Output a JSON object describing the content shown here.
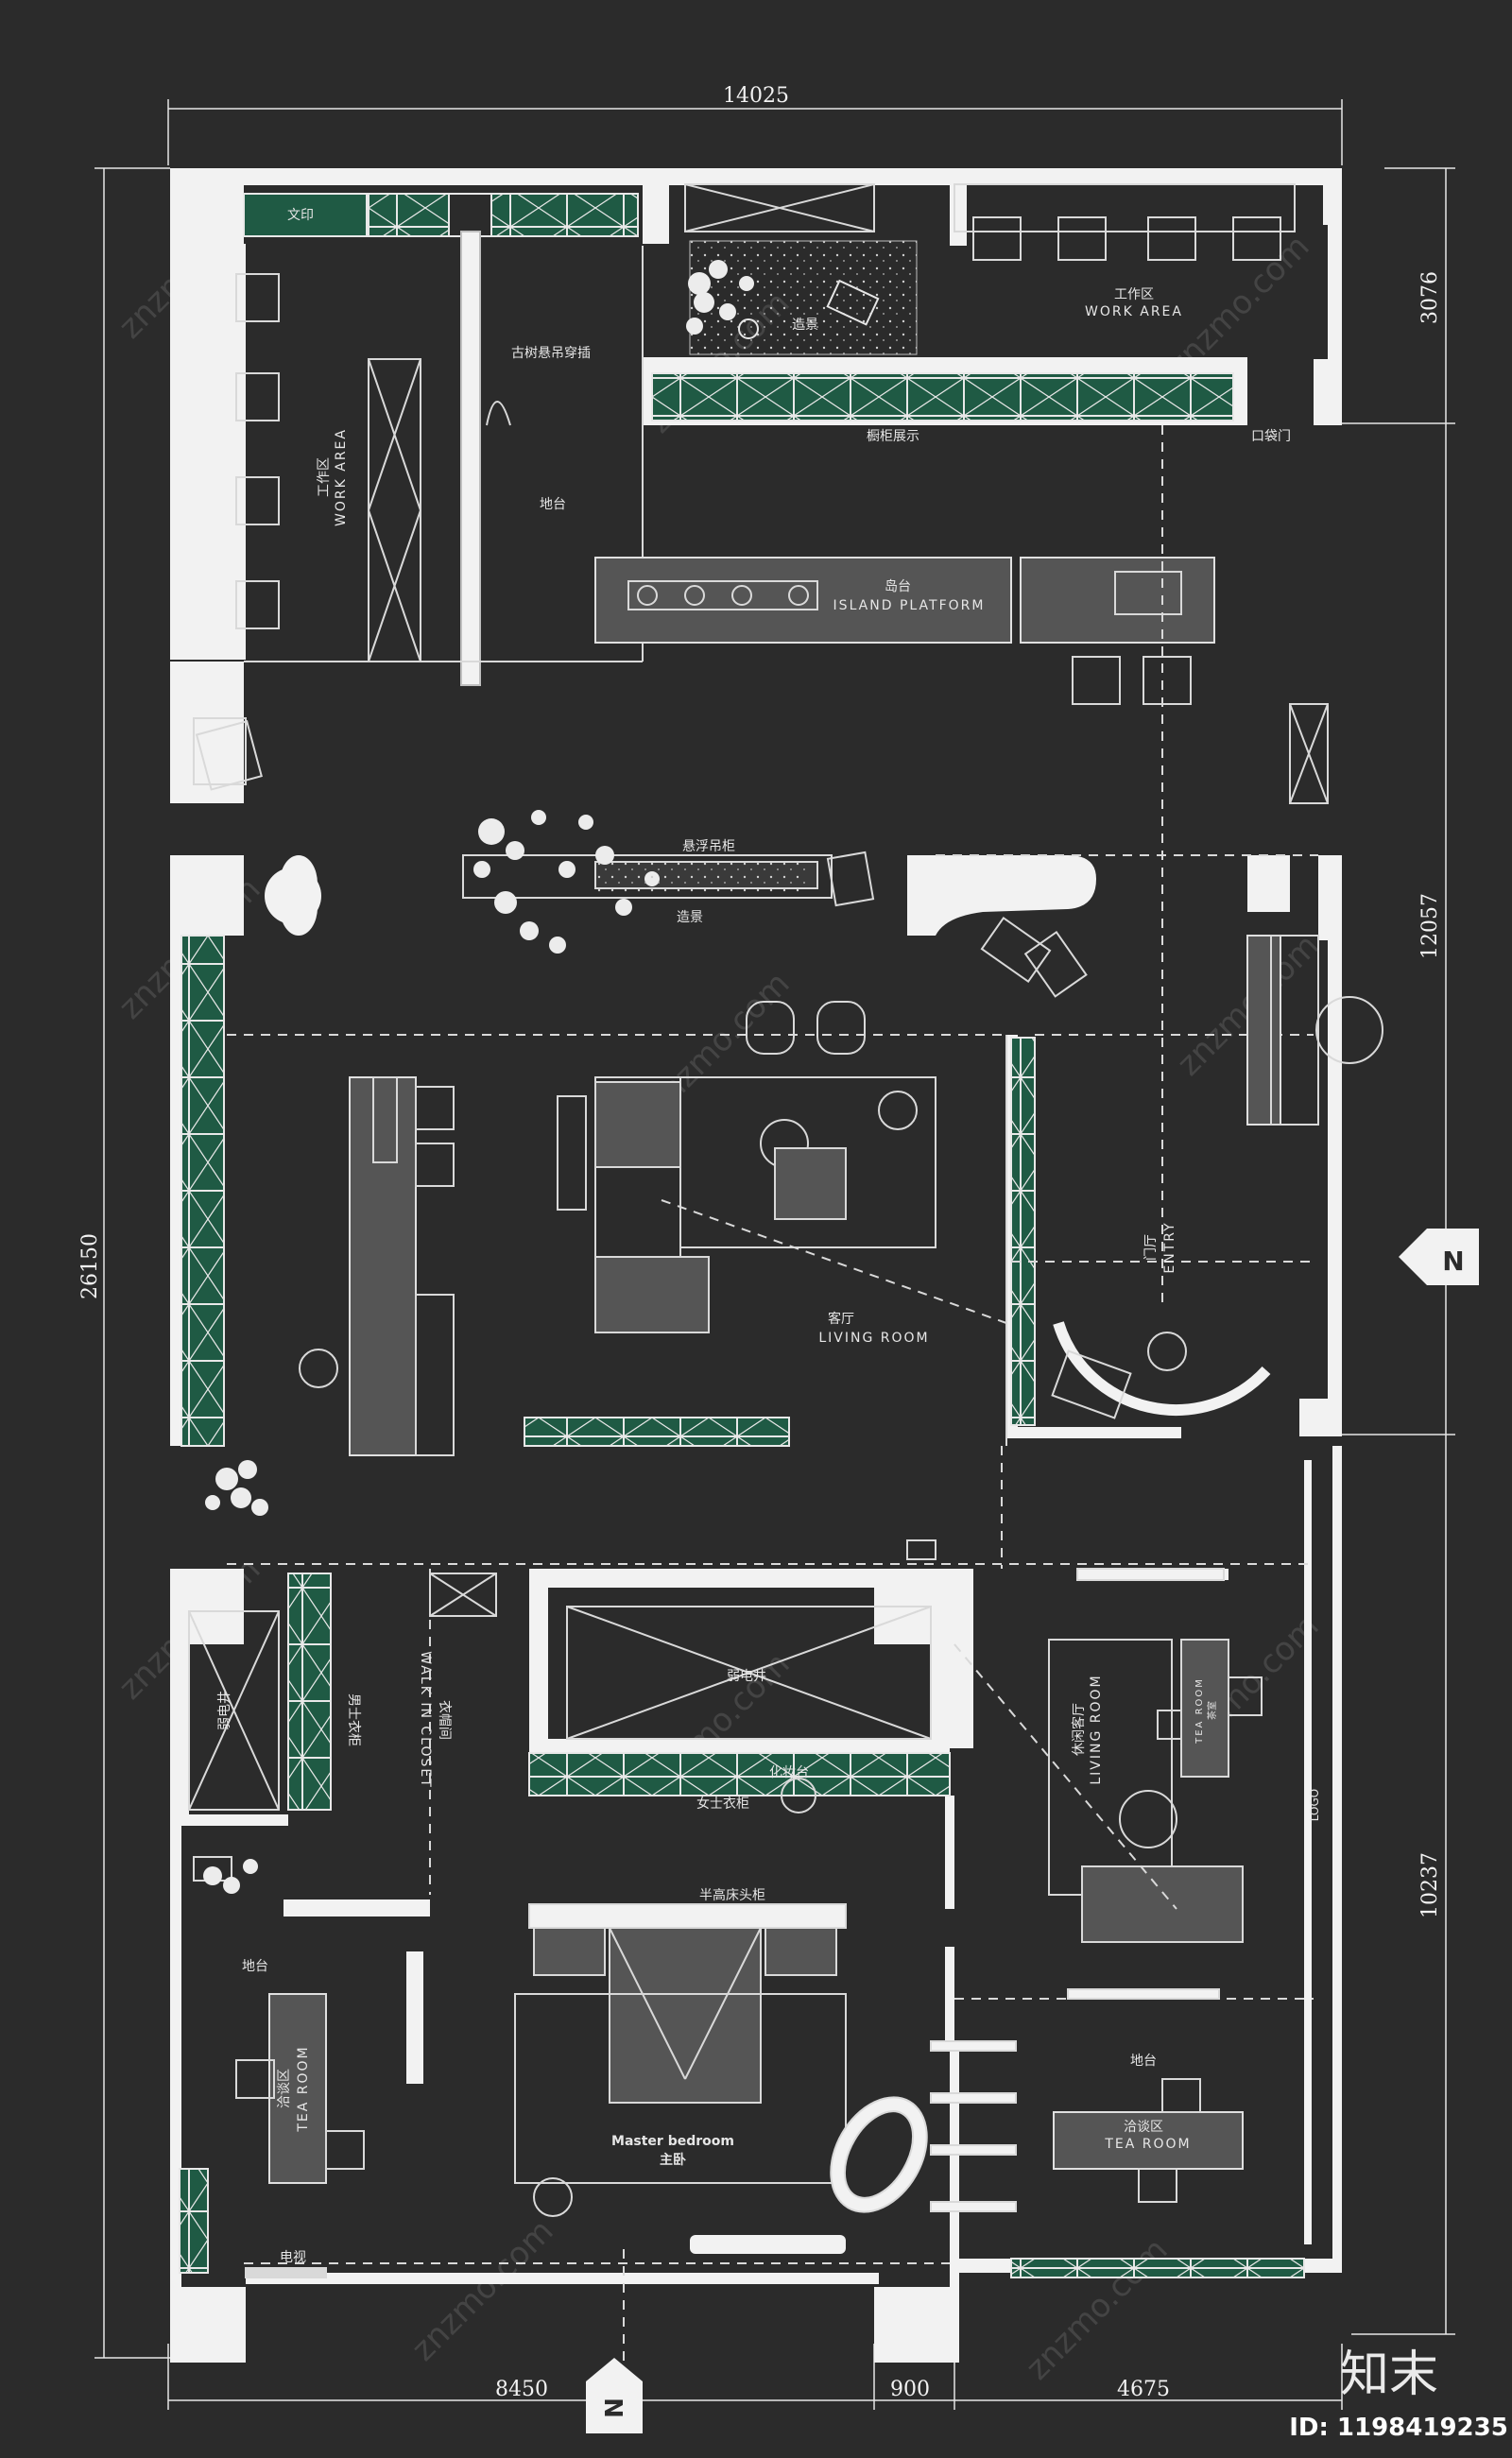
{
  "dimensions": {
    "top_width": "14025",
    "left_height": "26150",
    "right_top": "3076",
    "right_mid": "12057",
    "right_bottom": "10237",
    "bottom_left": "8450",
    "bottom_mid": "900",
    "bottom_right": "4675"
  },
  "labels": {
    "copy": "文印",
    "work_area_left_cn": "工作区",
    "work_area_left_en": "WORK AREA",
    "tree_hanging": "古树悬吊穿插",
    "landscape_top": "造景",
    "work_area_right_cn": "工作区",
    "work_area_right_en": "WORK AREA",
    "cabinet_display": "橱柜展示",
    "pocket_door": "口袋门",
    "platform_top": "地台",
    "island_cn": "岛台",
    "island_en": "ISLAND PLATFORM",
    "floating_cabinet": "悬浮吊柜",
    "landscape_mid": "造景",
    "entry_cn": "门厅",
    "entry_en": "ENTRY",
    "living_cn": "客厅",
    "living_en": "LIVING ROOM",
    "weak_well_left": "弱电井",
    "mens_wardrobe": "男士衣柜",
    "closet_cn": "衣帽间",
    "closet_en": "WALK IN CLOSET",
    "weak_well_mid": "弱电井",
    "vanity": "化妆台",
    "womens_wardrobe": "女士衣柜",
    "half_height_bedside": "半高床头柜",
    "leisure_cn": "休闲客厅",
    "leisure_en": "LIVING ROOM",
    "tea_small_cn": "茶室",
    "tea_small_en": "TEA ROOM",
    "logo": "LOGO",
    "platform_left": "地台",
    "tea_left_cn": "洽谈区",
    "tea_left_en": "TEA ROOM",
    "master_en": "Master bedroom",
    "master_cn": "主卧",
    "tv": "电视",
    "platform_right": "地台",
    "tea_right_cn": "洽谈区",
    "tea_right_en": "TEA ROOM",
    "north_letter": "N"
  },
  "watermark": {
    "brand": "知末",
    "id": "ID: 1198419235",
    "site": "znzmo.com"
  },
  "colors": {
    "background": "#2b2b2b",
    "wall": "#f2f2f2",
    "accent_green": "#1f5a44",
    "line": "#d9d9d9"
  }
}
